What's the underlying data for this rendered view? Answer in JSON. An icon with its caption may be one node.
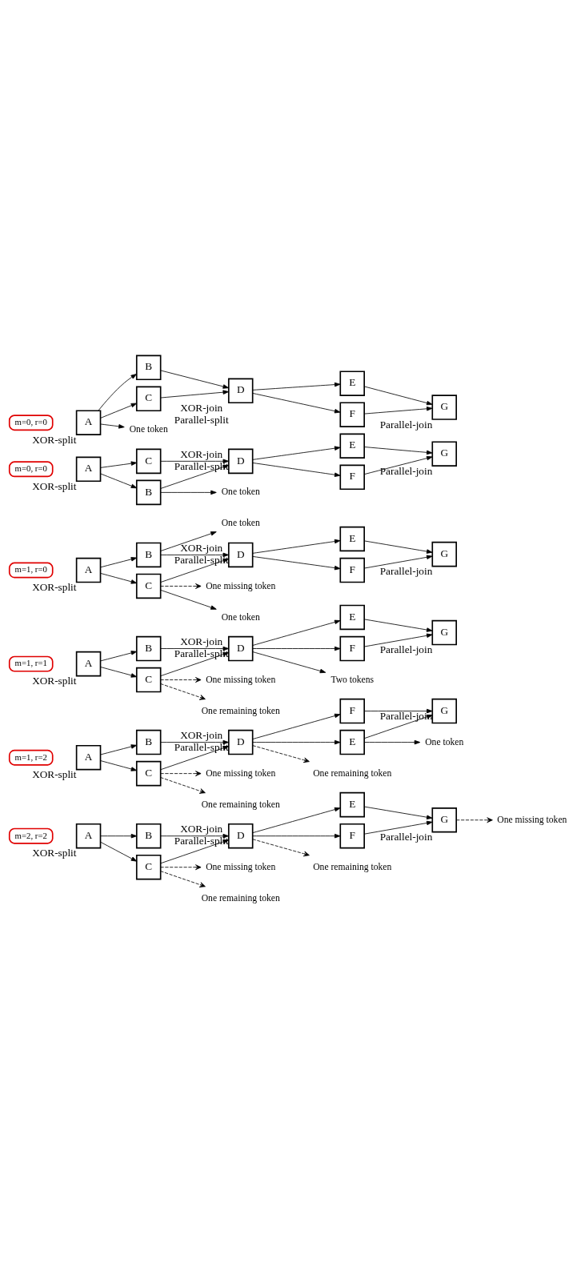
{
  "diagram": {
    "nodes": [
      {
        "text": [
          "m=0, r=0"
        ]
      },
      {
        "text": [
          "A"
        ],
        "beside": [
          "XOR-split"
        ]
      },
      {
        "text": [
          "B"
        ]
      },
      {
        "text": [
          "C"
        ]
      },
      {
        "text": [
          "D"
        ],
        "beside": [
          "XOR-join",
          "Parallel-split"
        ]
      },
      {
        "text": [
          "E"
        ]
      },
      {
        "text": [
          "F"
        ]
      },
      {
        "text": [
          "G"
        ],
        "beside": [
          "Parallel-join"
        ]
      },
      {
        "text": [
          "One token"
        ]
      },
      {
        "text": [
          "m=0, r=0"
        ]
      },
      {
        "text": [
          "A"
        ],
        "beside": [
          "XOR-split"
        ]
      },
      {
        "text": [
          "B"
        ]
      },
      {
        "text": [
          "C"
        ]
      },
      {
        "text": [
          "D"
        ],
        "beside": [
          "XOR-join",
          "Parallel-split"
        ]
      },
      {
        "text": [
          "E"
        ]
      },
      {
        "text": [
          "F"
        ]
      },
      {
        "text": [
          "G"
        ],
        "beside": [
          "Parallel-join"
        ]
      },
      {
        "text": [
          "One token"
        ]
      },
      {
        "text": [
          "m=1, r=0"
        ]
      },
      {
        "text": [
          "A"
        ],
        "beside": [
          "XOR-split"
        ]
      },
      {
        "text": [
          "B"
        ]
      },
      {
        "text": [
          "C"
        ]
      },
      {
        "text": [
          "D"
        ],
        "beside": [
          "XOR-join",
          "Parallel-split"
        ]
      },
      {
        "text": [
          "E"
        ]
      },
      {
        "text": [
          "F"
        ]
      },
      {
        "text": [
          "G"
        ],
        "beside": [
          "Parallel-join"
        ]
      },
      {
        "text": [
          "One token"
        ]
      },
      {
        "text": [
          "One missing token"
        ]
      },
      {
        "text": [
          "One token"
        ]
      },
      {
        "text": [
          "m=1, r=1"
        ]
      },
      {
        "text": [
          "A"
        ],
        "beside": [
          "XOR-split"
        ]
      },
      {
        "text": [
          "B"
        ]
      },
      {
        "text": [
          "C"
        ]
      },
      {
        "text": [
          "D"
        ],
        "beside": [
          "XOR-join",
          "Parallel-split"
        ]
      },
      {
        "text": [
          "E"
        ]
      },
      {
        "text": [
          "F"
        ]
      },
      {
        "text": [
          "G"
        ],
        "beside": [
          "Parallel-join"
        ]
      },
      {
        "text": [
          "Two tokens"
        ]
      },
      {
        "text": [
          "One missing token"
        ]
      },
      {
        "text": [
          "One remaining token"
        ]
      },
      {
        "text": [
          "m=1, r=2"
        ]
      },
      {
        "text": [
          "A"
        ],
        "beside": [
          "XOR-split"
        ]
      },
      {
        "text": [
          "B"
        ]
      },
      {
        "text": [
          "C"
        ]
      },
      {
        "text": [
          "D"
        ],
        "beside": [
          "XOR-join",
          "Parallel-split"
        ]
      },
      {
        "text": [
          "E"
        ]
      },
      {
        "text": [
          "F"
        ]
      },
      {
        "text": [
          "G"
        ],
        "beside": [
          "Parallel-join"
        ]
      },
      {
        "text": [
          "One token"
        ]
      },
      {
        "text": [
          "One remaining token"
        ]
      },
      {
        "text": [
          "One missing token"
        ]
      },
      {
        "text": [
          "One remaining token"
        ]
      },
      {
        "text": [
          "m=2, r=2"
        ]
      },
      {
        "text": [
          "A"
        ],
        "beside": [
          "XOR-split"
        ]
      },
      {
        "text": [
          "B"
        ]
      },
      {
        "text": [
          "C"
        ]
      },
      {
        "text": [
          "D"
        ],
        "beside": [
          "XOR-join",
          "Parallel-split"
        ]
      },
      {
        "text": [
          "E"
        ]
      },
      {
        "text": [
          "F"
        ]
      },
      {
        "text": [
          "G"
        ],
        "beside": [
          "Parallel-join"
        ]
      },
      {
        "text": [
          "One remaining token"
        ]
      },
      {
        "text": [
          "One missing token"
        ]
      },
      {
        "text": [
          "One remaining token"
        ]
      },
      {
        "text": [
          "One missing token"
        ]
      }
    ],
    "edges": [
      {
        "from": 1,
        "to": 2,
        "arrow": "to"
      },
      {
        "from": 1,
        "to": 3,
        "arrow": "to"
      },
      {
        "from": 2,
        "to": 4,
        "arrow": "to"
      },
      {
        "from": 3,
        "to": 4,
        "arrow": "to"
      },
      {
        "from": 4,
        "to": 5,
        "arrow": "to"
      },
      {
        "from": 4,
        "to": 6,
        "arrow": "to"
      },
      {
        "from": 5,
        "to": 7,
        "arrow": "to"
      },
      {
        "from": 6,
        "to": 7,
        "arrow": "to"
      },
      {
        "from": 1,
        "to": 8,
        "arrow": "to"
      },
      {
        "from": 10,
        "to": 11,
        "arrow": "to"
      },
      {
        "from": 10,
        "to": 12,
        "arrow": "to"
      },
      {
        "from": 11,
        "to": 13,
        "arrow": "to"
      },
      {
        "from": 12,
        "to": 13,
        "arrow": "to"
      },
      {
        "from": 13,
        "to": 14,
        "arrow": "to"
      },
      {
        "from": 13,
        "to": 15,
        "arrow": "to"
      },
      {
        "from": 14,
        "to": 16,
        "arrow": "to"
      },
      {
        "from": 15,
        "to": 16,
        "arrow": "to"
      },
      {
        "from": 11,
        "to": 17,
        "arrow": "to"
      },
      {
        "from": 19,
        "to": 20,
        "arrow": "to"
      },
      {
        "from": 19,
        "to": 21,
        "arrow": "to"
      },
      {
        "from": 20,
        "to": 22,
        "arrow": "to"
      },
      {
        "from": 21,
        "to": 22,
        "arrow": "to"
      },
      {
        "from": 22,
        "to": 23,
        "arrow": "to"
      },
      {
        "from": 22,
        "to": 24,
        "arrow": "to"
      },
      {
        "from": 23,
        "to": 25,
        "arrow": "to"
      },
      {
        "from": 24,
        "to": 25,
        "arrow": "to"
      },
      {
        "from": 20,
        "to": 26,
        "arrow": "to"
      },
      {
        "from": 21,
        "to": 27,
        "arrow": "to",
        "style": "dashed"
      },
      {
        "from": 21,
        "to": 28,
        "arrow": "to"
      },
      {
        "from": 30,
        "to": 31,
        "arrow": "to"
      },
      {
        "from": 30,
        "to": 32,
        "arrow": "to"
      },
      {
        "from": 31,
        "to": 33,
        "arrow": "to"
      },
      {
        "from": 32,
        "to": 33,
        "arrow": "to"
      },
      {
        "from": 33,
        "to": 34,
        "arrow": "to"
      },
      {
        "from": 33,
        "to": 35,
        "arrow": "to"
      },
      {
        "from": 34,
        "to": 36,
        "arrow": "to"
      },
      {
        "from": 35,
        "to": 36,
        "arrow": "to"
      },
      {
        "from": 33,
        "to": 37,
        "arrow": "to"
      },
      {
        "from": 32,
        "to": 38,
        "arrow": "to",
        "style": "dashed"
      },
      {
        "from": 32,
        "to": 39,
        "arrow": "to",
        "style": "dashed"
      },
      {
        "from": 41,
        "to": 42,
        "arrow": "to"
      },
      {
        "from": 41,
        "to": 43,
        "arrow": "to"
      },
      {
        "from": 42,
        "to": 44,
        "arrow": "to"
      },
      {
        "from": 43,
        "to": 44,
        "arrow": "to"
      },
      {
        "from": 44,
        "to": 45,
        "arrow": "to"
      },
      {
        "from": 44,
        "to": 46,
        "arrow": "to"
      },
      {
        "from": 45,
        "to": 47,
        "arrow": "to"
      },
      {
        "from": 46,
        "to": 47,
        "arrow": "to"
      },
      {
        "from": 45,
        "to": 48,
        "arrow": "to"
      },
      {
        "from": 44,
        "to": 49,
        "arrow": "to",
        "style": "dashed"
      },
      {
        "from": 43,
        "to": 50,
        "arrow": "to",
        "style": "dashed"
      },
      {
        "from": 43,
        "to": 51,
        "arrow": "to",
        "style": "dashed"
      },
      {
        "from": 53,
        "to": 54,
        "arrow": "to"
      },
      {
        "from": 53,
        "to": 55,
        "arrow": "to"
      },
      {
        "from": 54,
        "to": 56,
        "arrow": "to"
      },
      {
        "from": 55,
        "to": 56,
        "arrow": "to"
      },
      {
        "from": 56,
        "to": 57,
        "arrow": "to"
      },
      {
        "from": 56,
        "to": 58,
        "arrow": "to"
      },
      {
        "from": 57,
        "to": 59,
        "arrow": "to"
      },
      {
        "from": 58,
        "to": 59,
        "arrow": "to"
      },
      {
        "from": 56,
        "to": 60,
        "arrow": "to",
        "style": "dashed"
      },
      {
        "from": 55,
        "to": 61,
        "arrow": "to",
        "style": "dashed"
      },
      {
        "from": 55,
        "to": 62,
        "arrow": "to",
        "style": "dashed"
      },
      {
        "from": 59,
        "to": 63,
        "arrow": "to",
        "style": "dashed"
      }
    ]
  }
}
